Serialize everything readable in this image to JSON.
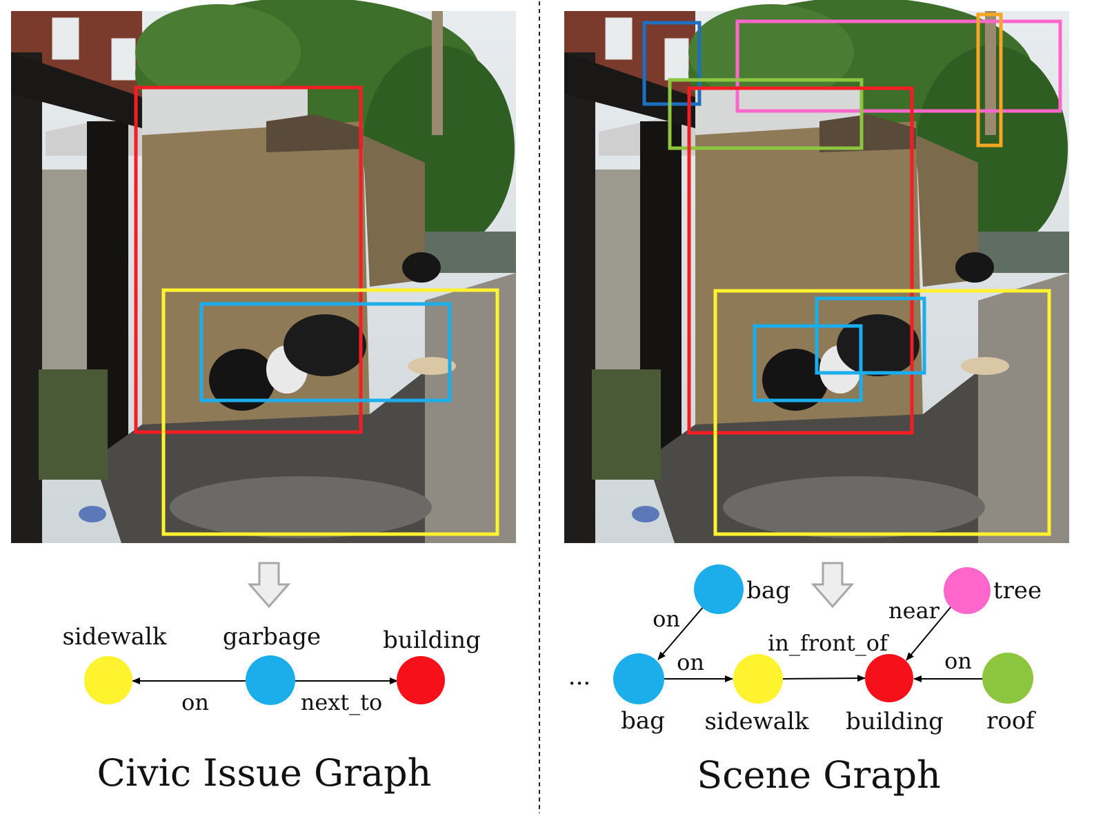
{
  "left_panel": {
    "title": "Civic Issue Graph",
    "nodes": [
      {
        "id": "sidewalk",
        "label": "sidewalk",
        "color": "#FFF22E"
      },
      {
        "id": "garbage",
        "label": "garbage",
        "color": "#1BAEEB"
      },
      {
        "id": "building",
        "label": "building",
        "color": "#F5101A"
      }
    ],
    "edges": [
      {
        "from": "garbage",
        "to": "sidewalk",
        "label": "on"
      },
      {
        "from": "garbage",
        "to": "building",
        "label": "next_to"
      }
    ],
    "box_colors": [
      "#F21E24",
      "#FFF22E",
      "#1BAEEB"
    ]
  },
  "right_panel": {
    "title": "Scene Graph",
    "ellipsis": "...",
    "nodes": [
      {
        "id": "bag_top",
        "label": "bag",
        "color": "#1BAEEB"
      },
      {
        "id": "tree",
        "label": "tree",
        "color": "#FF66CC"
      },
      {
        "id": "bag",
        "label": "bag",
        "color": "#1BAEEB"
      },
      {
        "id": "sidewalk",
        "label": "sidewalk",
        "color": "#FFF22E"
      },
      {
        "id": "building",
        "label": "building",
        "color": "#F5101A"
      },
      {
        "id": "roof",
        "label": "roof",
        "color": "#8CC63F"
      }
    ],
    "edges": [
      {
        "from": "bag_top",
        "to": "bag",
        "label": "on"
      },
      {
        "from": "bag",
        "to": "sidewalk",
        "label": "on"
      },
      {
        "from": "sidewalk",
        "to": "building",
        "label": "in_front_of"
      },
      {
        "from": "tree",
        "to": "building",
        "label": "near"
      },
      {
        "from": "roof",
        "to": "building",
        "label": "on"
      }
    ],
    "box_colors": [
      "#F21E24",
      "#FFF22E",
      "#1BAEEB",
      "#1F6FBF",
      "#FF66CC",
      "#8CC63F",
      "#F5A623"
    ]
  }
}
